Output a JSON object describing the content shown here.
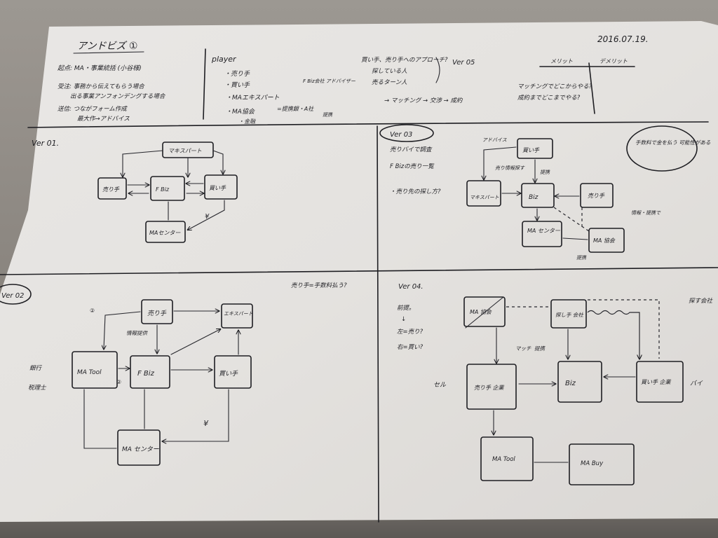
{
  "header": {
    "title": "アンドビズ ①",
    "date": "2016.07.19."
  },
  "summary": {
    "lines": [
      "起点: MA・事業統括 (小谷様)",
      "受注: 事務から伝えてもらう場合",
      "出る事業アンフォンデングする場合",
      "送信: つながフォーム作成",
      "最大作→アドバイス"
    ]
  },
  "players": {
    "heading": "player",
    "items": [
      "・売り手",
      "・買い手",
      "・MAエキスパート",
      "・MA協会",
      "・金融"
    ],
    "notes": [
      "F Biz会社 アドバイザー",
      "=提携銀・A社",
      "提携"
    ]
  },
  "questions": {
    "lines": [
      "買い手、売り手へのアプローチ?",
      "探している人",
      "売るターン人",
      "→ マッチング → 交渉 → 成約"
    ],
    "version": "Ver 05",
    "matching": [
      "マッチングでどこからやる?",
      "成約までどこまでやる?"
    ],
    "columns": [
      "メリット",
      "デメリット"
    ]
  },
  "sections": {
    "v1": {
      "label": "Ver 01.",
      "nodes": [
        "マキスパート",
        "売り手",
        "F Biz",
        "買い手",
        "MAセンター"
      ],
      "edge_label": "¥"
    },
    "v3": {
      "label": "Ver 03",
      "notes": [
        "売りバイで調査",
        "F Bizの売り一覧",
        "・売り先の探し方?"
      ],
      "advice": "アドバイス",
      "nodes": [
        "買い手",
        "マキスパート",
        "Biz",
        "売り手",
        "MA センター",
        "MA 協会"
      ],
      "edge_labels": [
        "売り情報探す",
        "提携",
        "情報・提携で",
        "提携"
      ],
      "bubble": "手数料で金を払う 可能性がある"
    },
    "v2": {
      "label": "Ver 02",
      "top_note": "売り手=手数料払う?",
      "nodes": [
        "売り手",
        "エキスパート",
        "MA Tool",
        "F Biz",
        "買い手",
        "MA センター"
      ],
      "left_labels": [
        "銀行",
        "税理士"
      ],
      "edge_labels": [
        "②",
        "②",
        "情報提供",
        "¥"
      ]
    },
    "v4": {
      "label": "Ver 04.",
      "notes": [
        "前提。",
        "↓",
        "左=売り?",
        "右=買い?"
      ],
      "right_note": "探す会社",
      "nodes": [
        "MA 協会",
        "探し手 会社",
        "売り手 企業",
        "Biz",
        "買い手 企業",
        "MA Tool",
        "MA Buy"
      ],
      "side_labels": [
        "セル",
        "バイ"
      ],
      "edge_labels": [
        "マッチ",
        "提携"
      ]
    }
  }
}
